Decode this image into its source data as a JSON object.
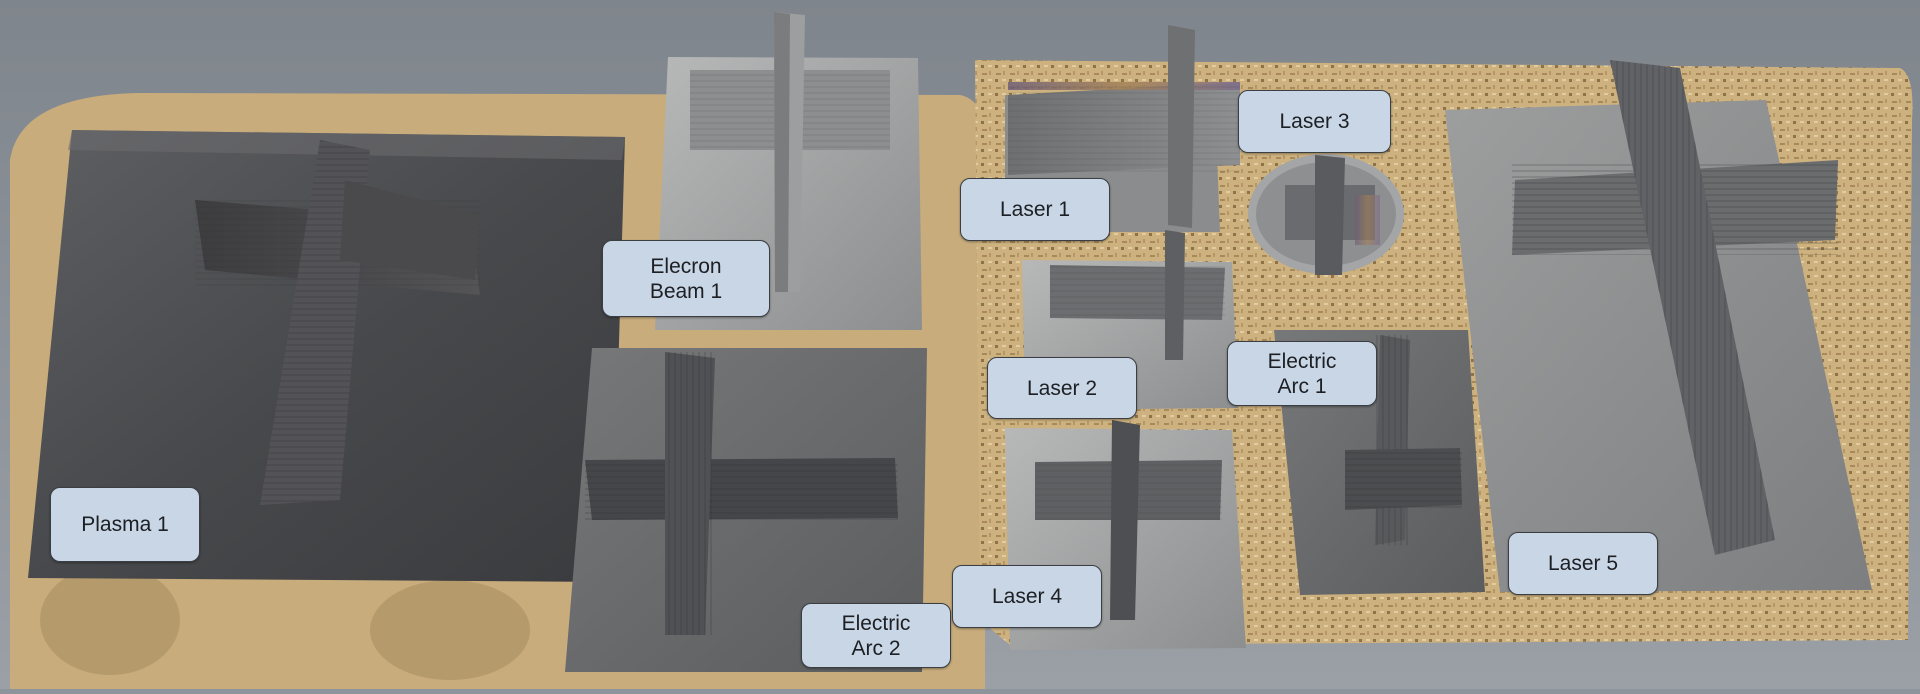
{
  "labels": {
    "plasma_1": "Plasma 1",
    "electron_beam_1": "Elecron\nBeam 1",
    "electric_arc_2": "Electric\nArc 2",
    "laser_1": "Laser 1",
    "laser_2": "Laser 2",
    "laser_3": "Laser 3",
    "laser_4": "Laser 4",
    "laser_5": "Laser 5",
    "electric_arc_1": "Electric\nArc 1"
  },
  "colors": {
    "background": "#8e949b",
    "tray": "#c9ad7d",
    "steel_dark": "#4e4f52",
    "steel_light": "#9a9b9c",
    "label_fill": "#c9d6e6",
    "label_border": "#3b3f44"
  }
}
